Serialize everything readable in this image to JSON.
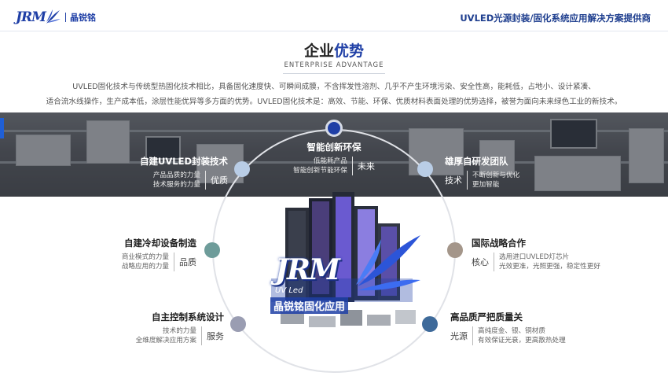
{
  "header": {
    "logo_mark": "JRM",
    "logo_name": "晶锐铭",
    "tagline": "UVLED光源封装/固化系统应用解决方案提供商"
  },
  "title": {
    "main": "企业",
    "accent": "优势",
    "subtitle": "ENTERPRISE ADVANTAGE"
  },
  "intro": {
    "line1": "UVLED固化技术与传统型热固化技术相比，具备固化速度快、可瞬间成膜，不含挥发性溶剂、几乎不产生环境污染、安全性高，能耗低，占地小、设计紧凑、",
    "line2": "适合流水线操作，生产成本低，涂层性能优异等多方面的优势。UVLED固化技术是：高效、节能、环保、优质材料表面处理的优势选择，被誉为面向未来绿色工业的新技术。"
  },
  "center": {
    "jrm": "JRM",
    "uv_led": "UV Led",
    "name": "晶锐铭固化应用"
  },
  "items": {
    "top": {
      "title": "智能创新环保",
      "line1": "低能耗产品",
      "line2": "智能创新节能环保",
      "keyword": "未来"
    },
    "upper_left": {
      "title": "自建UVLED封装技术",
      "line1": "产品品质的力量",
      "line2": "技术服务的力量",
      "keyword": "优质"
    },
    "upper_right": {
      "title": "雄厚自研发团队",
      "line1": "不断创新与优化",
      "line2": "更加智能",
      "keyword": "技术"
    },
    "mid_left": {
      "title": "自建冷却设备制造",
      "line1": "商业模式的力量",
      "line2": "战略应用的力量",
      "keyword": "品质"
    },
    "mid_right": {
      "title": "国际战略合作",
      "line1": "选用进口UVLED灯芯片",
      "line2": "光效更准，光照更强，稳定性更好",
      "keyword": "核心"
    },
    "low_left": {
      "title": "自主控制系统设计",
      "line1": "技术的力量",
      "line2": "全维度解决应用方案",
      "keyword": "服务"
    },
    "low_right": {
      "title": "高品质严把质量关",
      "line1": "高纯度金、银、铜材质",
      "line2": "有效保证光衰，更高散热处理",
      "keyword": "光源"
    }
  },
  "colors": {
    "brand_blue": "#1f3fa6",
    "dot_top": "#1f3fa6",
    "dot_upper": "#b9cde6",
    "dot_mid_left": "#6e9c9a",
    "dot_mid_right": "#a4968a",
    "dot_low_left": "#9a9db2",
    "dot_low_right": "#3e6a9a"
  }
}
